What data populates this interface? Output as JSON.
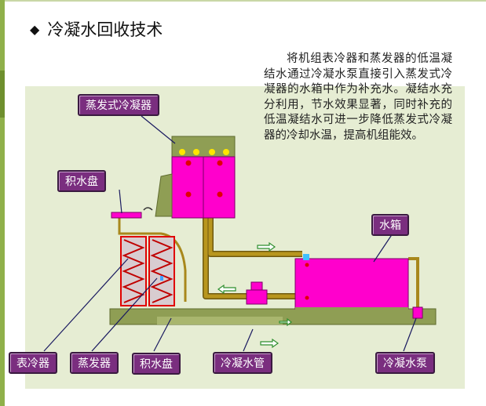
{
  "title": "冷凝水回收技术",
  "title_bullet": "◆",
  "description": "将机组表冷器和蒸发器的低温凝结水通过冷凝水泵直接引入蒸发式冷凝器的水箱中作为补充水。凝结水充分利用，节水效果显著，同时补充的低温凝结水可进一步降低蒸发式冷凝器的冷却水温，提高机组能效。",
  "labels": {
    "evaporative_condenser": "蒸发式冷凝器",
    "drip_tray_top": "积水盘",
    "water_tank": "水箱",
    "surface_cooler": "表冷器",
    "evaporator": "蒸发器",
    "drip_tray_bottom": "积水盘",
    "condensate_pipe": "冷凝水管",
    "condensate_pump": "冷凝水泵"
  },
  "colors": {
    "pipe": "#a8881c",
    "pipe_dark": "#6f5a10",
    "equipment": "#ff00cc",
    "base": "#8f9e54",
    "label_bg": "#7a2e7f",
    "panel_bg": "#e6edd3",
    "flow_arrow": "#2f8f2f"
  }
}
